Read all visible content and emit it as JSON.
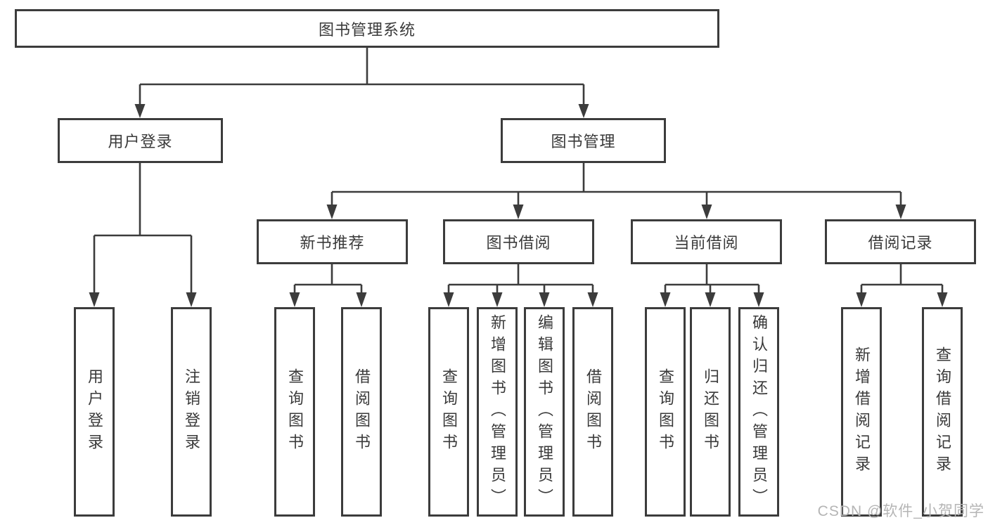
{
  "tree": {
    "root": {
      "label": "图书管理系统"
    },
    "children": [
      {
        "label": "用户登录",
        "children": [
          {
            "label": "用户登录"
          },
          {
            "label": "注销登录"
          }
        ]
      },
      {
        "label": "图书管理",
        "children": [
          {
            "label": "新书推荐",
            "children": [
              {
                "label": "查询图书"
              },
              {
                "label": "借阅图书"
              }
            ]
          },
          {
            "label": "图书借阅",
            "children": [
              {
                "label": "查询图书"
              },
              {
                "label": "新增图书（管理员）"
              },
              {
                "label": "编辑图书（管理员）"
              },
              {
                "label": "借阅图书"
              }
            ]
          },
          {
            "label": "当前借阅",
            "children": [
              {
                "label": "查询图书"
              },
              {
                "label": "归还图书"
              },
              {
                "label": "确认归还（管理员）"
              }
            ]
          },
          {
            "label": "借阅记录",
            "children": [
              {
                "label": "新增借阅记录"
              },
              {
                "label": "查询借阅记录"
              }
            ]
          }
        ]
      }
    ]
  },
  "watermark": {
    "text": "CSDN @软件_小贺同学"
  },
  "colors": {
    "background": "#ffffff",
    "line": "#3c3c3c",
    "box_border": "#3c3c3c",
    "text": "#3a3a3a",
    "watermark": "#b5b5b5"
  }
}
